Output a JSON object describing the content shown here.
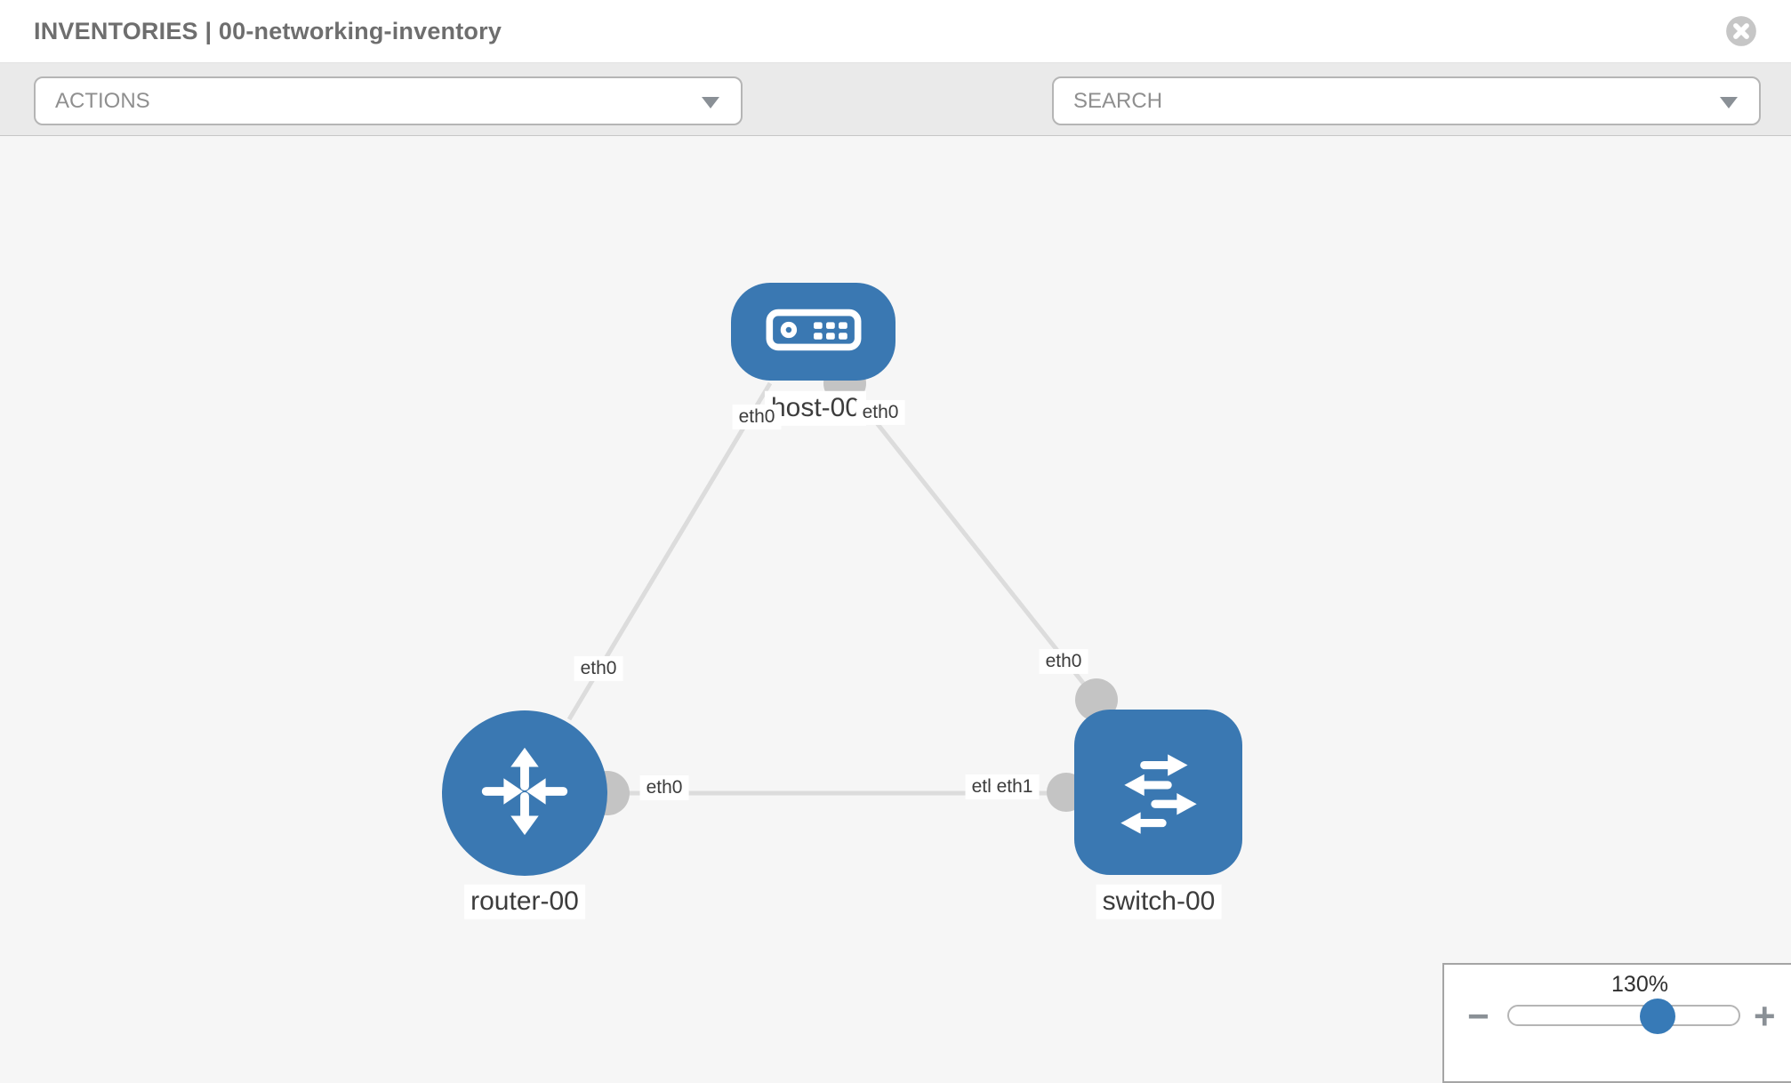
{
  "header": {
    "title": "INVENTORIES | 00-networking-inventory",
    "close_icon": "close-icon"
  },
  "toolbar": {
    "actions_dropdown": {
      "label": "ACTIONS",
      "icon": "chevron-down-icon"
    },
    "wrench_icon": "wrench-icon",
    "key_icon": "key-icon",
    "search_dropdown": {
      "placeholder": "SEARCH",
      "icon": "chevron-down-icon"
    }
  },
  "topology": {
    "nodes": [
      {
        "label": "host-00",
        "type": "host",
        "icon": "host-icon"
      },
      {
        "label": "router-00",
        "type": "router",
        "icon": "router-icon"
      },
      {
        "label": "switch-00",
        "type": "switch",
        "icon": "switch-icon"
      }
    ],
    "links": [
      {
        "source": "host-00",
        "target": "router-00",
        "source_port": "eth0",
        "target_port": "eth0"
      },
      {
        "source": "host-00",
        "target": "switch-00",
        "source_port": "eth0",
        "target_port": "eth0"
      },
      {
        "source": "router-00",
        "target": "switch-00",
        "source_port": "eth0",
        "target_port": "eth1",
        "target_port_overlapped": "eth0"
      }
    ]
  },
  "zoom_control": {
    "value": "130%",
    "percent": 130,
    "minus_label": "−",
    "plus_label": "+"
  },
  "colors": {
    "node_blue": "#3a78b2",
    "knob_blue": "#377ab7",
    "edge_gray": "#dcdcdc",
    "connector_gray": "#c4c4c4",
    "canvas_bg": "#f6f6f6",
    "toolbar_bg": "#eaeaea",
    "title_gray": "#6e6e6e"
  }
}
